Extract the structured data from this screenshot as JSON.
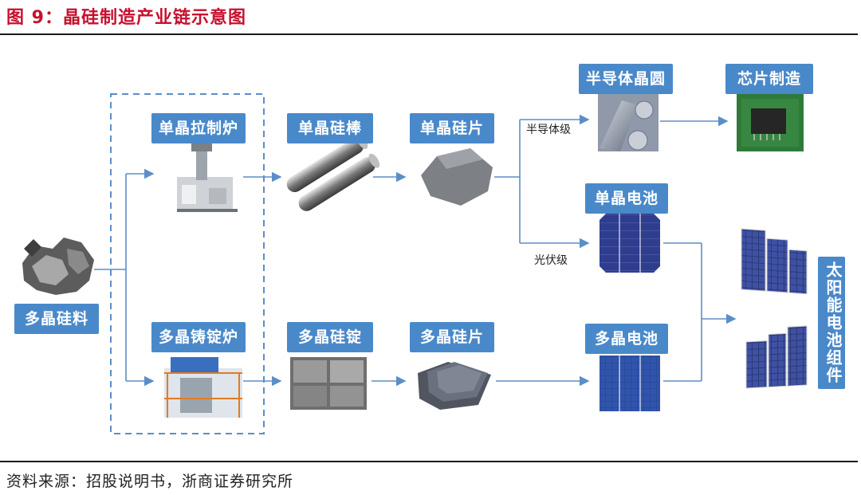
{
  "figure": {
    "title": "图 9：晶硅制造产业链示意图",
    "source": "资料来源：招股说明书，浙商证券研究所"
  },
  "nodes": {
    "raw": "多晶硅料",
    "mono_furnace": "单晶拉制炉",
    "mono_rod": "单晶硅棒",
    "mono_wafer": "单晶硅片",
    "semi_wafer": "半导体晶圆",
    "chip": "芯片制造",
    "mono_cell": "单晶电池",
    "poly_furnace": "多晶铸锭炉",
    "poly_ingot": "多晶硅锭",
    "poly_wafer": "多晶硅片",
    "poly_cell": "多晶电池",
    "module": "太阳能电池组件"
  },
  "branches": {
    "semiconductor": "半导体级",
    "photovoltaic": "光伏级"
  },
  "colors": {
    "label_bg": "#4a89c9",
    "arrow": "#5b8ec8",
    "title_red": "#c8102e"
  }
}
